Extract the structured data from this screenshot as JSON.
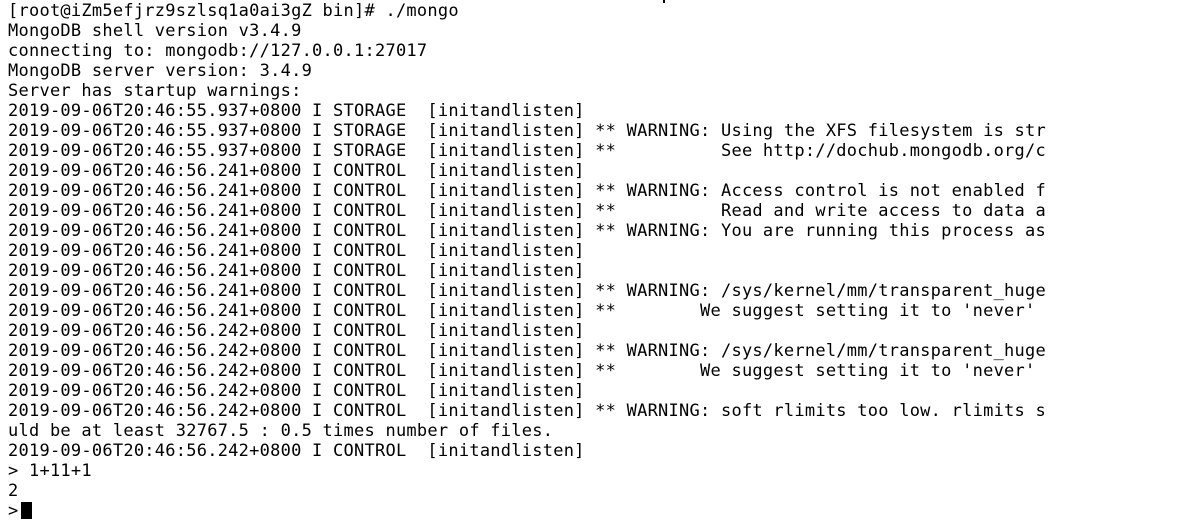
{
  "terminal": {
    "lines": [
      "[root@iZm5efjrz9szlsq1a0ai3gZ bin]# ./mongo",
      "MongoDB shell version v3.4.9",
      "connecting to: mongodb://127.0.0.1:27017",
      "MongoDB server version: 3.4.9",
      "Server has startup warnings:",
      "2019-09-06T20:46:55.937+0800 I STORAGE  [initandlisten]",
      "2019-09-06T20:46:55.937+0800 I STORAGE  [initandlisten] ** WARNING: Using the XFS filesystem is str",
      "2019-09-06T20:46:55.937+0800 I STORAGE  [initandlisten] **          See http://dochub.mongodb.org/c",
      "2019-09-06T20:46:56.241+0800 I CONTROL  [initandlisten]",
      "2019-09-06T20:46:56.241+0800 I CONTROL  [initandlisten] ** WARNING: Access control is not enabled f",
      "2019-09-06T20:46:56.241+0800 I CONTROL  [initandlisten] **          Read and write access to data a",
      "2019-09-06T20:46:56.241+0800 I CONTROL  [initandlisten] ** WARNING: You are running this process as",
      "2019-09-06T20:46:56.241+0800 I CONTROL  [initandlisten]",
      "2019-09-06T20:46:56.241+0800 I CONTROL  [initandlisten]",
      "2019-09-06T20:46:56.241+0800 I CONTROL  [initandlisten] ** WARNING: /sys/kernel/mm/transparent_huge",
      "2019-09-06T20:46:56.241+0800 I CONTROL  [initandlisten] **        We suggest setting it to 'never'",
      "2019-09-06T20:46:56.242+0800 I CONTROL  [initandlisten]",
      "2019-09-06T20:46:56.242+0800 I CONTROL  [initandlisten] ** WARNING: /sys/kernel/mm/transparent_huge",
      "2019-09-06T20:46:56.242+0800 I CONTROL  [initandlisten] **        We suggest setting it to 'never'",
      "2019-09-06T20:46:56.242+0800 I CONTROL  [initandlisten]",
      "2019-09-06T20:46:56.242+0800 I CONTROL  [initandlisten] ** WARNING: soft rlimits too low. rlimits s",
      "uld be at least 32767.5 : 0.5 times number of files.",
      "2019-09-06T20:46:56.242+0800 I CONTROL  [initandlisten]",
      "> 1+11+1",
      "2",
      ">"
    ],
    "colors": {
      "background": "#ffffff",
      "foreground": "#000000",
      "cursor": "#000000"
    },
    "cursor_icon": "block-cursor-icon"
  }
}
